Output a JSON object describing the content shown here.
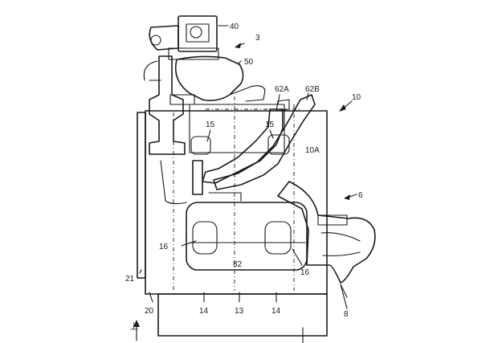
{
  "labels": {
    "l40": "40",
    "l3": "3",
    "l50": "50",
    "l62A": "62A",
    "l62B": "62B",
    "l10": "10",
    "l15a": "15",
    "l15b": "15",
    "l10A": "10A",
    "l6": "6",
    "l16a": "16",
    "l82": "82",
    "l16b": "16",
    "l21": "21",
    "l20": "20",
    "l14a": "14",
    "l13": "13",
    "l14b": "14",
    "l8": "8",
    "up": "上"
  }
}
